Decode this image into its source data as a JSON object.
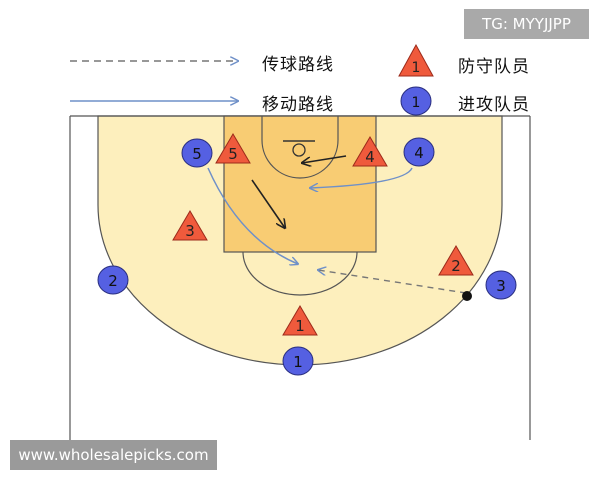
{
  "watermark_top": "TG: MYYJJPP",
  "watermark_bottom": "www.wholesalepicks.com",
  "legend": {
    "pass_route": "传球路线",
    "move_route": "移动路线",
    "defender": "防守队员",
    "attacker": "进攻队员",
    "defender_symbol": "1",
    "attacker_symbol": "1"
  },
  "colors": {
    "court_fill": "#fdefbd",
    "paint_fill": "#f8cc73",
    "defender_fill": "#ef5a3c",
    "attacker_fill": "#5560e2",
    "route_line": "#6f90c8",
    "line": "#222222"
  },
  "defenders": [
    {
      "number": "1"
    },
    {
      "number": "2"
    },
    {
      "number": "3"
    },
    {
      "number": "4"
    },
    {
      "number": "5"
    }
  ],
  "attackers": [
    {
      "number": "1"
    },
    {
      "number": "2"
    },
    {
      "number": "3"
    },
    {
      "number": "4"
    },
    {
      "number": "5"
    }
  ]
}
